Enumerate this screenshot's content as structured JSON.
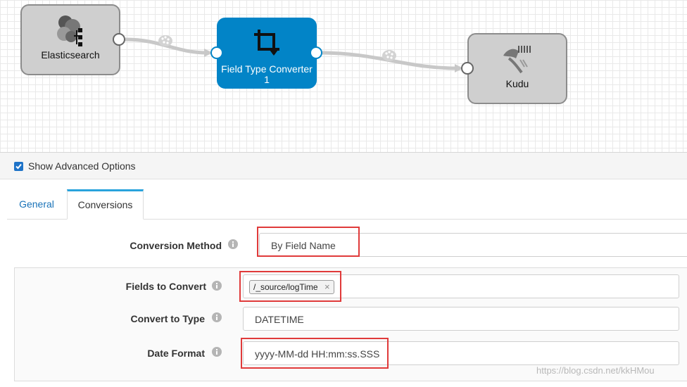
{
  "pipeline": {
    "nodes": [
      {
        "label": "Elasticsearch",
        "icon": "elasticsearch-icon"
      },
      {
        "label": "Field Type Converter",
        "sublabel": "1",
        "icon": "crop-icon"
      },
      {
        "label": "Kudu",
        "icon": "kudu-icon"
      }
    ],
    "link_badge_icon": "data-preview-icon",
    "colors": {
      "selected_node": "#0284c7",
      "node_gray": "#cfcfcf",
      "wire": "#c8c8c8"
    }
  },
  "options": {
    "show_advanced_label": "Show Advanced Options",
    "show_advanced_checked": true
  },
  "tabs": [
    {
      "label": "General",
      "active": false
    },
    {
      "label": "Conversions",
      "active": true
    }
  ],
  "form": {
    "conversion_method": {
      "label": "Conversion Method",
      "value": "By Field Name"
    },
    "fields_to_convert": {
      "label": "Fields to Convert",
      "tags": [
        "/_source/logTime"
      ]
    },
    "convert_to_type": {
      "label": "Convert to Type",
      "value": "DATETIME"
    },
    "date_format": {
      "label": "Date Format",
      "value": "yyyy-MM-dd HH:mm:ss.SSS"
    }
  },
  "watermark": "https://blog.csdn.net/kkHMou",
  "highlight_color": "#e03a3a"
}
